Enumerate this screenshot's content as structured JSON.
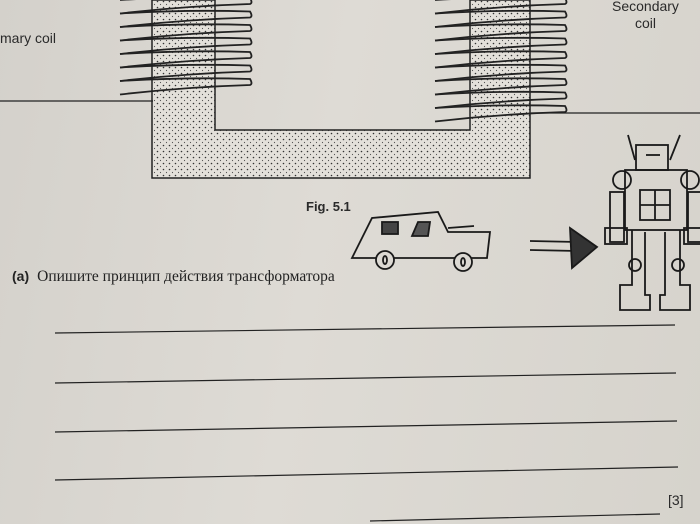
{
  "diagram": {
    "primary_label": "mary coil",
    "secondary_label_line1": "Secondary",
    "secondary_label_line2": "coil",
    "figure_caption": "Fig. 5.1"
  },
  "question": {
    "part": "(a)",
    "text": "Опишите принцип действия трансформатора",
    "marks": "[3]"
  },
  "doodle": {
    "items": [
      "car",
      "arrow",
      "robot"
    ]
  }
}
